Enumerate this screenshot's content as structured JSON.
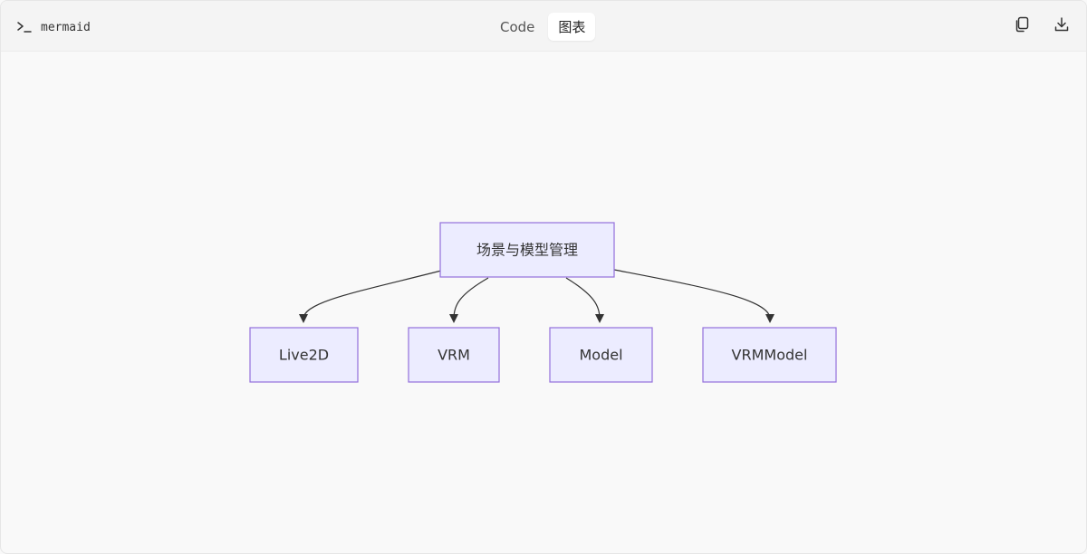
{
  "toolbar": {
    "language": "mermaid",
    "tabs": [
      {
        "label": "Code",
        "active": false
      },
      {
        "label": "图表",
        "active": true
      }
    ],
    "actions": [
      {
        "icon": "copy-icon"
      },
      {
        "icon": "download-icon"
      }
    ]
  },
  "diagram": {
    "type": "flowchart",
    "nodes": {
      "root": "场景与模型管理",
      "live2d": "Live2D",
      "vrm": "VRM",
      "model": "Model",
      "vrmmodel": "VRMModel"
    },
    "edges": [
      {
        "from": "root",
        "to": "live2d"
      },
      {
        "from": "root",
        "to": "vrm"
      },
      {
        "from": "root",
        "to": "model"
      },
      {
        "from": "root",
        "to": "vrmmodel"
      }
    ],
    "colors": {
      "node_fill": "#ececff",
      "node_stroke": "#9370db",
      "edge": "#333333"
    }
  }
}
